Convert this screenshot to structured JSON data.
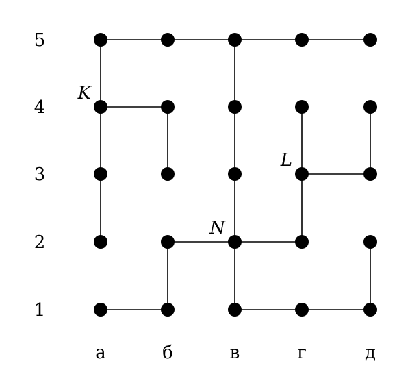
{
  "rows": [
    "1",
    "2",
    "3",
    "4",
    "5"
  ],
  "columns": [
    "а",
    "б",
    "в",
    "г",
    "д"
  ],
  "points": [
    {
      "name": "K",
      "col": "а",
      "row": "4"
    },
    {
      "name": "L",
      "col": "г",
      "row": "3"
    },
    {
      "name": "N",
      "col": "в",
      "row": "2"
    }
  ],
  "edges": [
    [
      "а5",
      "б5"
    ],
    [
      "б5",
      "в5"
    ],
    [
      "в5",
      "г5"
    ],
    [
      "г5",
      "д5"
    ],
    [
      "а5",
      "а4"
    ],
    [
      "а4",
      "а3"
    ],
    [
      "а3",
      "а2"
    ],
    [
      "а4",
      "б4"
    ],
    [
      "б4",
      "б3"
    ],
    [
      "в5",
      "в4"
    ],
    [
      "в4",
      "в3"
    ],
    [
      "в3",
      "в2"
    ],
    [
      "в2",
      "в1"
    ],
    [
      "г4",
      "г3"
    ],
    [
      "г3",
      "г2"
    ],
    [
      "г3",
      "д3"
    ],
    [
      "д4",
      "д3"
    ],
    [
      "б2",
      "в2"
    ],
    [
      "в2",
      "г2"
    ],
    [
      "б2",
      "б1"
    ],
    [
      "а1",
      "б1"
    ],
    [
      "в1",
      "г1"
    ],
    [
      "г1",
      "д1"
    ],
    [
      "д2",
      "д1"
    ]
  ]
}
